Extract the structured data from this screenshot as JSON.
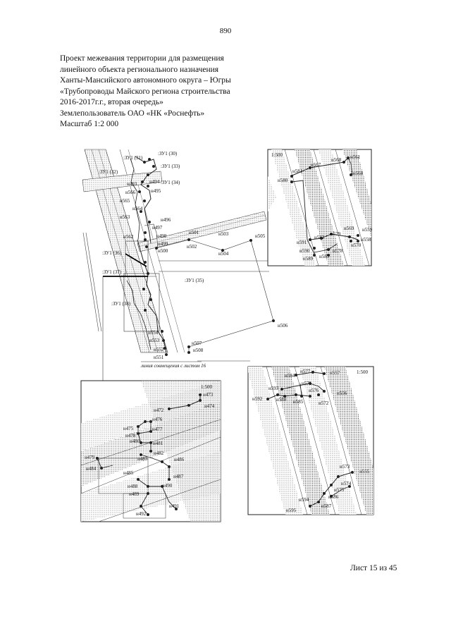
{
  "page_number": "890",
  "header": {
    "line1": "Проект межевания территории для размещения",
    "line2": "линейного объекта регионального назначения",
    "line3": "Ханты-Мансийского автономного округа – Югры",
    "line4": "«Трубопроводы Майского региона строительства",
    "line5": "2016-2017г.г., вторая очередь»",
    "line6": "Землепользователь ОАО «НК «Роснефть»",
    "line7": "Масштаб 1:2 000"
  },
  "footer": {
    "sheet": "Лист 15 из 45"
  },
  "map": {
    "zones": {
      "z30": ":ЗУ1 (30)",
      "z31": ":ЗУ1 (31)",
      "z32": ":ЗУ1 (32)",
      "z33": ":ЗУ1 (33)",
      "z34": ":ЗУ1 (34)",
      "z35": ":ЗУ1 (35)",
      "z36": ":ЗУ1 (36)",
      "z37": ":ЗУ1 (37)",
      "z38": ":ЗУ1 (38)"
    },
    "main_points": {
      "n493": "н493",
      "n494": "н494",
      "n495": "н495",
      "n566": "н566",
      "n565": "н565",
      "n564": "н564",
      "n563": "н563",
      "n496": "н496",
      "n497": "н497",
      "n562": "н562",
      "n498": "н498",
      "n499": "н499",
      "n500": "н500",
      "n501": "н501",
      "n502": "н502",
      "n503": "н503",
      "n504": "н504",
      "n505": "н505",
      "n506": "н506",
      "n507": "н507",
      "n508": "н508",
      "n554": "н554",
      "n553": "н553",
      "n552": "н552",
      "n551": "н551"
    },
    "combination_line": "линия совмещения с листом 16",
    "inset_top_right": {
      "scale": "1:500",
      "points": {
        "n561": "н561",
        "n568": "н568",
        "n567": "н567",
        "n581": "н581",
        "n560": "н560",
        "n580": "н580",
        "n559": "н559",
        "n569": "н569",
        "n579": "н579",
        "n582": "н582",
        "n591": "н591",
        "n558": "н558",
        "n570": "н570",
        "n590": "н590",
        "n578": "н578",
        "n589": "н589",
        "n583": "н583"
      }
    },
    "inset_bottom_left": {
      "scale": "1:500",
      "points": {
        "n473": "н473",
        "n474": "н474",
        "n472": "н472",
        "n476": "н476",
        "n475": "н475",
        "n477": "н477",
        "n478": "н478",
        "n480": "н480",
        "n481": "н481",
        "n479": "н479",
        "n482": "н482",
        "n483": "н483",
        "n486": "н486",
        "n484": "н484",
        "n487": "н487",
        "n485": "н485",
        "n488": "н488",
        "n490": "н490",
        "n489": "н489",
        "n491": "н491",
        "n492": "н492"
      }
    },
    "inset_bottom_right": {
      "scale": "1:500",
      "points": {
        "n577": "н577",
        "n557": "н557",
        "n584": "н584",
        "n571": "н571",
        "n593": "н593",
        "n576": "н576",
        "n556": "н556",
        "n592": "н592",
        "n588": "н588",
        "n585": "н585",
        "n572": "н572",
        "n573": "н573",
        "n555": "н555",
        "n574": "н574",
        "n575": "н575",
        "n586": "н586",
        "n594": "н594",
        "n587": "н587",
        "n595": "н595"
      }
    }
  }
}
